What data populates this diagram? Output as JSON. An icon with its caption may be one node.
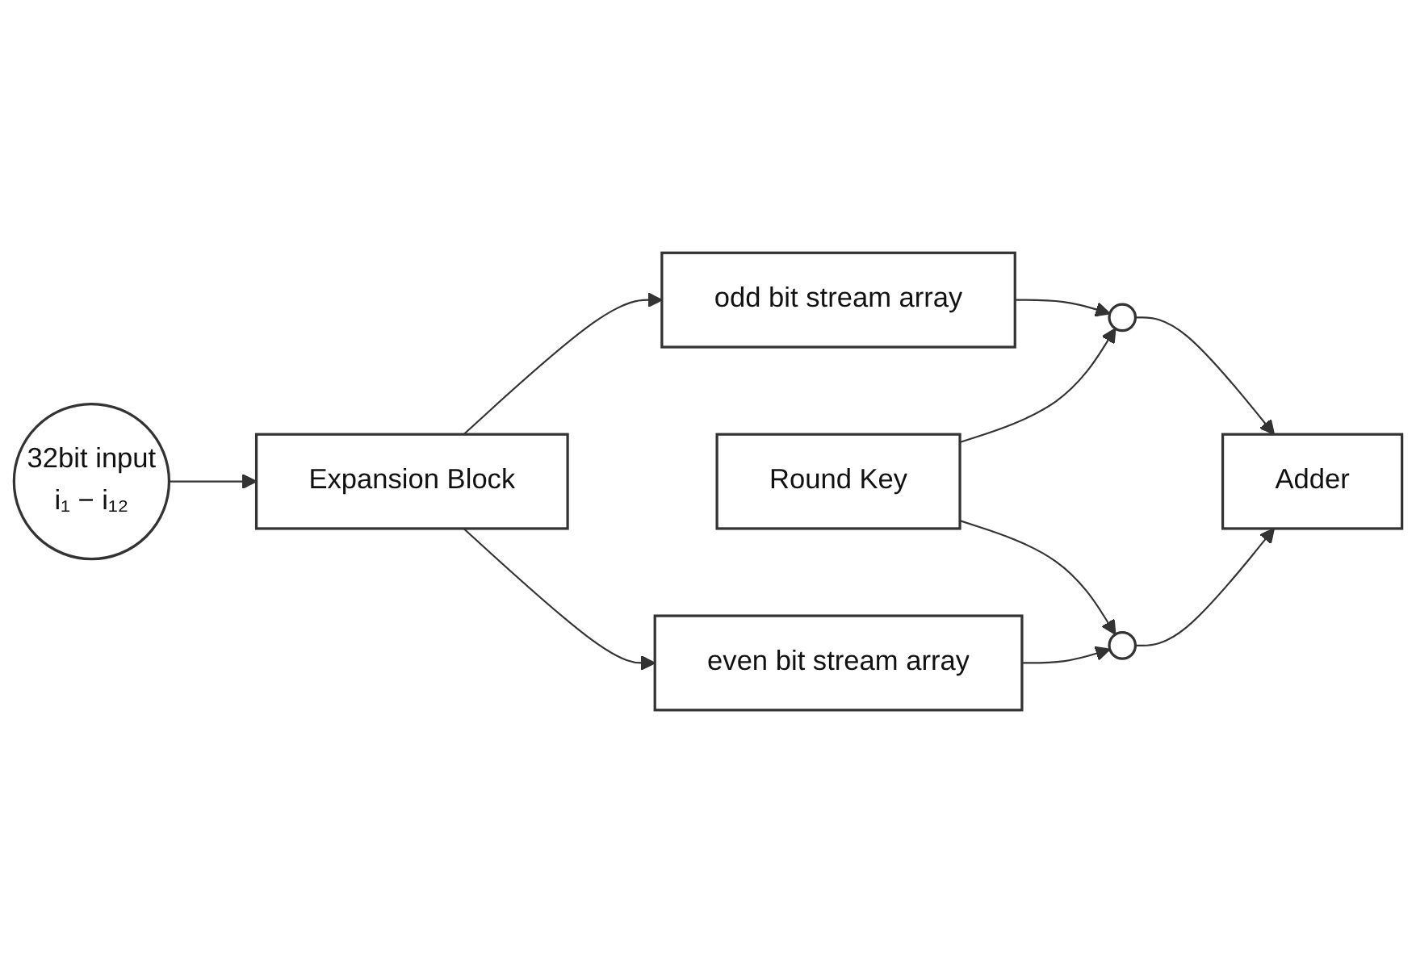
{
  "diagram": {
    "nodes": [
      {
        "text": [
          "32bit input",
          "i₁ − i₁₂"
        ]
      },
      {
        "text": [
          "Expansion Block"
        ]
      },
      {
        "text": [
          "odd bit stream array"
        ]
      },
      {
        "text": [
          "Round Key"
        ]
      },
      {
        "text": [
          "even bit stream array"
        ]
      },
      {
        "text": [],
        "shape": "circle"
      },
      {
        "text": [],
        "shape": "circle"
      },
      {
        "text": [
          "Adder"
        ]
      }
    ],
    "edges": [
      {
        "from": 0,
        "to": 1,
        "arrow": "to"
      },
      {
        "from": 1,
        "to": 2,
        "arrow": "to"
      },
      {
        "from": 1,
        "to": 4,
        "arrow": "to"
      },
      {
        "from": 2,
        "to": 5,
        "arrow": "to"
      },
      {
        "from": 3,
        "to": 5,
        "arrow": "to"
      },
      {
        "from": 3,
        "to": 6,
        "arrow": "to"
      },
      {
        "from": 4,
        "to": 6,
        "arrow": "to"
      },
      {
        "from": 5,
        "to": 7,
        "arrow": "to"
      },
      {
        "from": 6,
        "to": 7,
        "arrow": "to"
      }
    ]
  }
}
